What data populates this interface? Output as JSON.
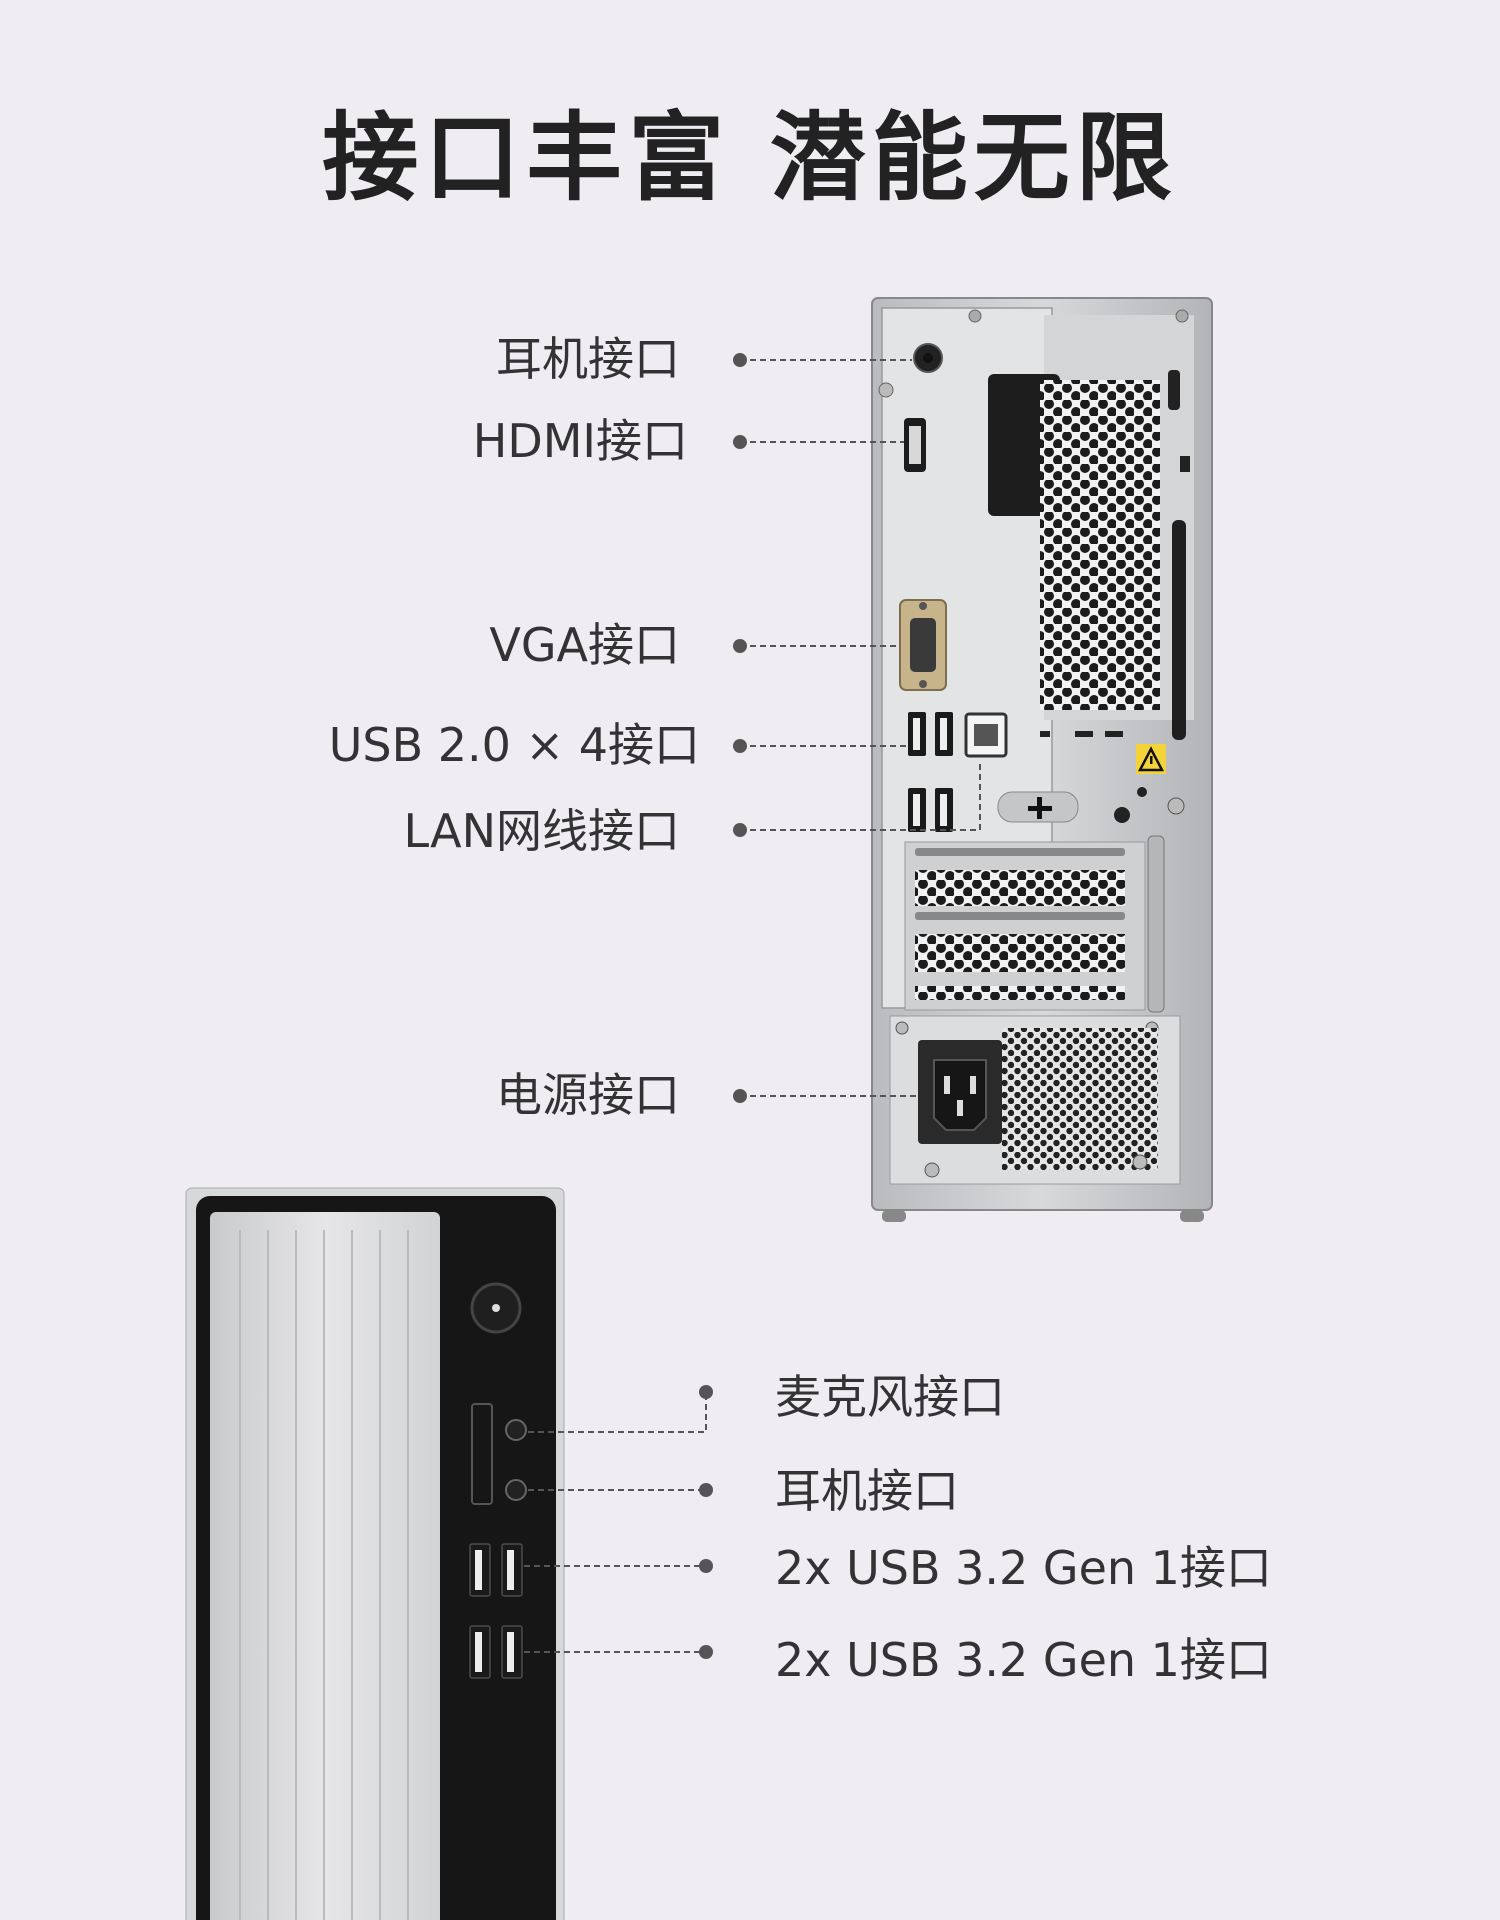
{
  "title": "接口丰富 潜能无限",
  "rear_labels": {
    "headphone": "耳机接口",
    "hdmi": "HDMI接口",
    "vga": "VGA接口",
    "usb2": "USB 2.0 × 4接口",
    "lan": "LAN网线接口",
    "power": "电源接口"
  },
  "front_labels": {
    "mic": "麦克风接口",
    "headphone": "耳机接口",
    "usb3_a": "2x USB 3.2 Gen 1接口",
    "usb3_b": "2x USB 3.2 Gen 1接口"
  },
  "icons": {
    "warning": "warning-triangle-icon"
  }
}
